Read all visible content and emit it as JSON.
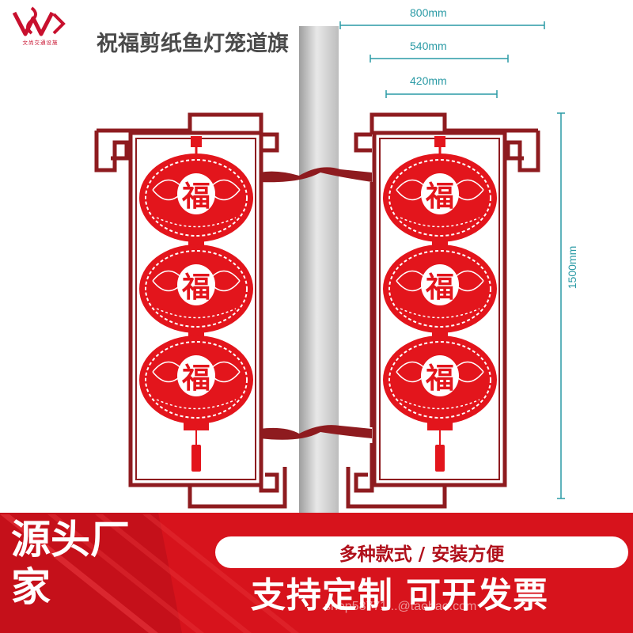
{
  "brand": {
    "logo_text": "文尚交通设施",
    "icon": "ws-monogram-logo"
  },
  "product": {
    "title": "祝福剪纸鱼灯笼道旗",
    "lantern_character": "福"
  },
  "dimensions": {
    "width_total": "800mm",
    "width_middle": "540mm",
    "width_inner": "420mm",
    "height": "1500mm"
  },
  "banner": {
    "source_label": "源头厂家",
    "feature_pill": "多种款式 / 安装方便",
    "custom_label": "支持定制 可开发票",
    "watermark": "shop58771...@taobao.com"
  },
  "colors": {
    "frame": "#8e1b1f",
    "lantern": "#e3151c",
    "pole": "#d4d4d4",
    "dimension": "#2a9aa5",
    "banner_red": "#d7131c",
    "banner_dark": "#a80f16"
  }
}
